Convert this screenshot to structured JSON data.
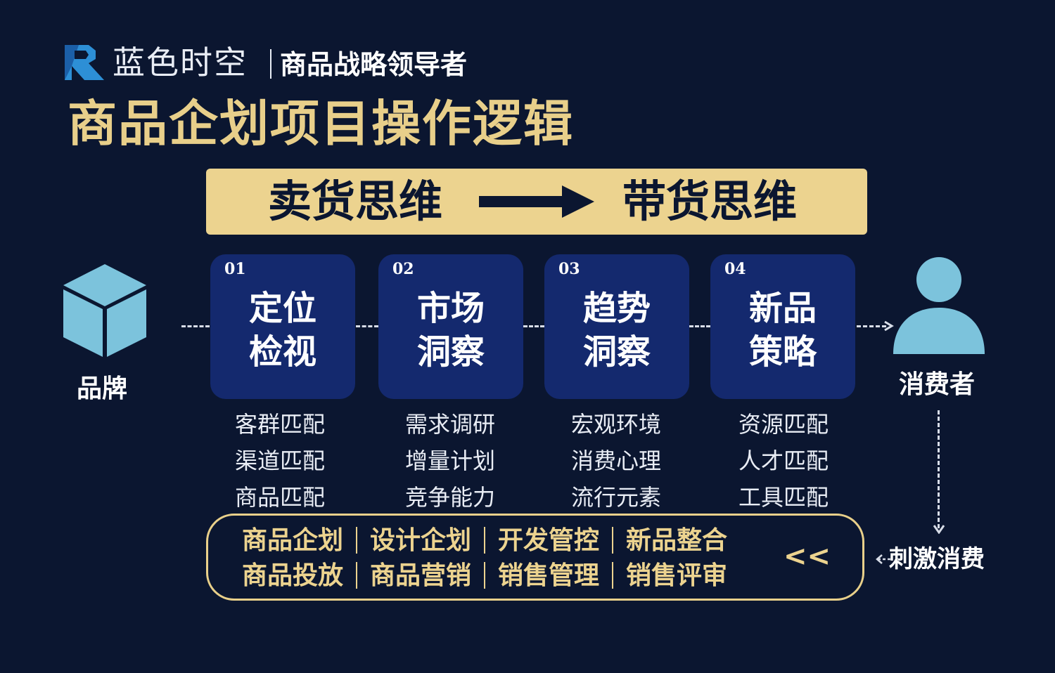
{
  "header": {
    "brand_name": "蓝色时空",
    "tagline": "商品战略领导者",
    "page_title": "商品企划项目操作逻辑"
  },
  "banner": {
    "from": "卖货思维",
    "to": "带货思维"
  },
  "brand_label": "品牌",
  "consumer_label": "消费者",
  "steps": [
    {
      "num": "01",
      "line1": "定位",
      "line2": "检视",
      "items": [
        "客群匹配",
        "渠道匹配",
        "商品匹配"
      ]
    },
    {
      "num": "02",
      "line1": "市场",
      "line2": "洞察",
      "items": [
        "需求调研",
        "增量计划",
        "竞争能力"
      ]
    },
    {
      "num": "03",
      "line1": "趋势",
      "line2": "洞察",
      "items": [
        "宏观环境",
        "消费心理",
        "流行元素"
      ]
    },
    {
      "num": "04",
      "line1": "新品",
      "line2": "策略",
      "items": [
        "资源匹配",
        "人才匹配",
        "工具匹配"
      ]
    }
  ],
  "bottom": {
    "row1": [
      "商品企划",
      "设计企划",
      "开发管控",
      "新品整合"
    ],
    "row2": [
      "商品投放",
      "商品营销",
      "销售管理",
      "销售评审"
    ],
    "chevron": "<<"
  },
  "stimulate_label": "刺激消费",
  "colors": {
    "background": "#0b1630",
    "gold": "#ecd38f",
    "step_box": "#14296e",
    "icon": "#7cc3dc"
  }
}
